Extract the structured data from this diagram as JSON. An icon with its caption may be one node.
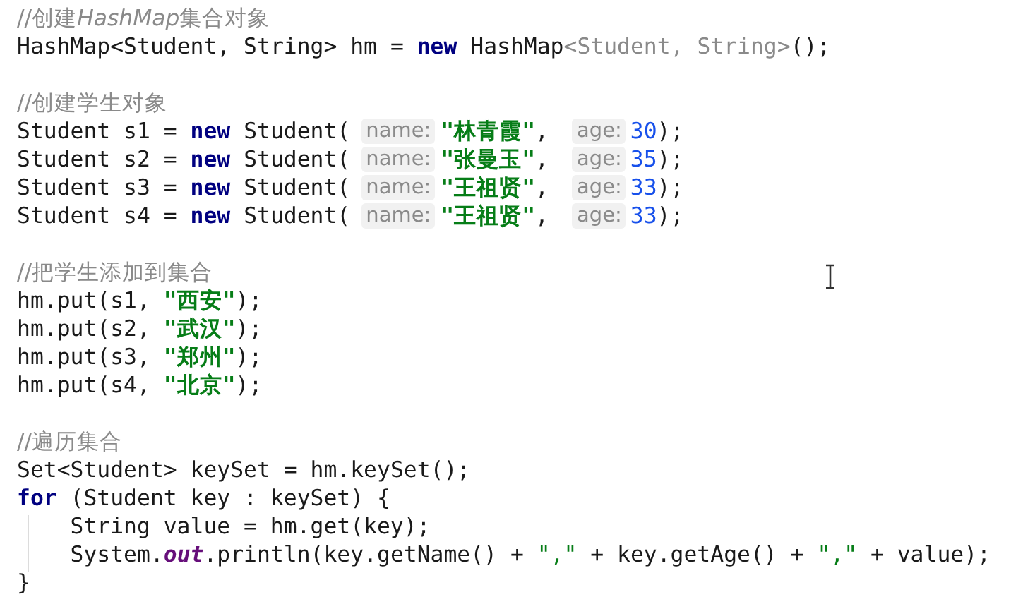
{
  "diagram": {
    "labels": [
      "//创建",
      "HashMap",
      "集合对象",
      "HashMap<Student, String> hm =",
      "new",
      "HashMap",
      "<Student, String>",
      "();",
      "//创建学生对象",
      "Student s1 =",
      "new",
      "Student(",
      "name:",
      "\"林青霞\"",
      ",",
      "age:",
      "30",
      ");",
      "Student s2 =",
      "new",
      "Student(",
      "name:",
      "\"张曼玉\"",
      ",",
      "age:",
      "35",
      ");",
      "Student s3 =",
      "new",
      "Student(",
      "name:",
      "\"王祖贤\"",
      ",",
      "age:",
      "33",
      ");",
      "Student s4 =",
      "new",
      "Student(",
      "name:",
      "\"王祖贤\"",
      ",",
      "age:",
      "33",
      ");",
      "//把学生添加到集合",
      "hm.put(s1,",
      "\"西安\"",
      ");",
      "hm.put(s2,",
      "\"武汉\"",
      ");",
      "hm.put(s3,",
      "\"郑州\"",
      ");",
      "hm.put(s4,",
      "\"北京\"",
      ");",
      "//遍历集合",
      "Set<Student> keySet = hm.keySet();",
      "for",
      "(Student key : keySet) {",
      "String value = hm.get(key);",
      "System.",
      "out",
      ".println(key.getName() +",
      "\",\"",
      "+ key.getAge() +",
      "\",\"",
      "+ value);",
      "}"
    ]
  }
}
